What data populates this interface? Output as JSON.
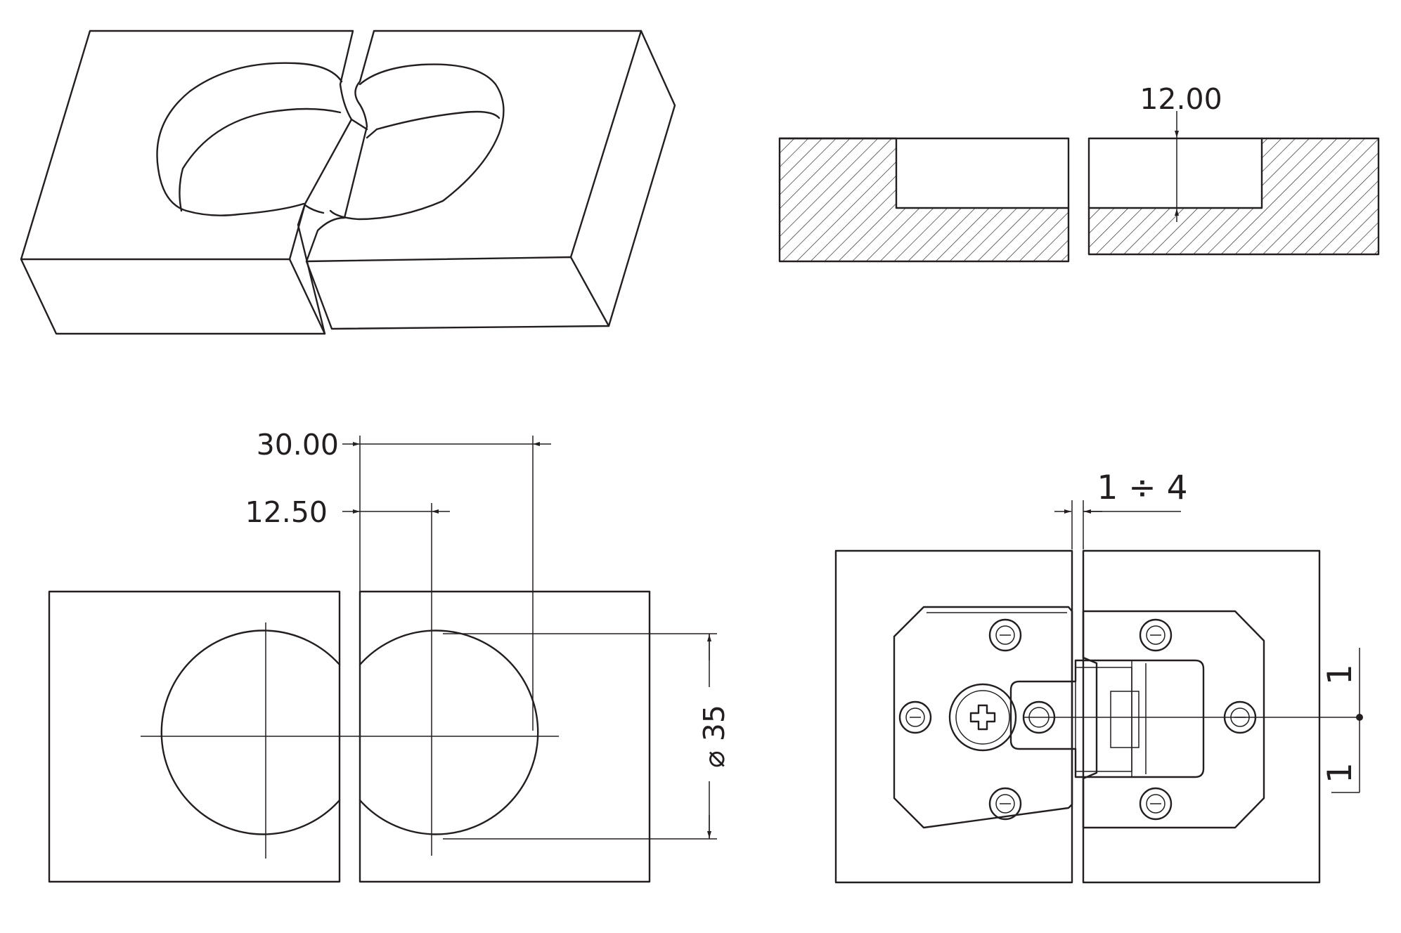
{
  "dimensions": {
    "recess_depth": "12.00",
    "hole_spacing": "30.00",
    "hole_offset": "12.50",
    "hole_diameter": "⌀ 35",
    "door_gap": "1 ÷ 4",
    "adjust_up": "1",
    "adjust_down": "1"
  },
  "colors": {
    "line": "#231f20",
    "background": "#ffffff"
  }
}
